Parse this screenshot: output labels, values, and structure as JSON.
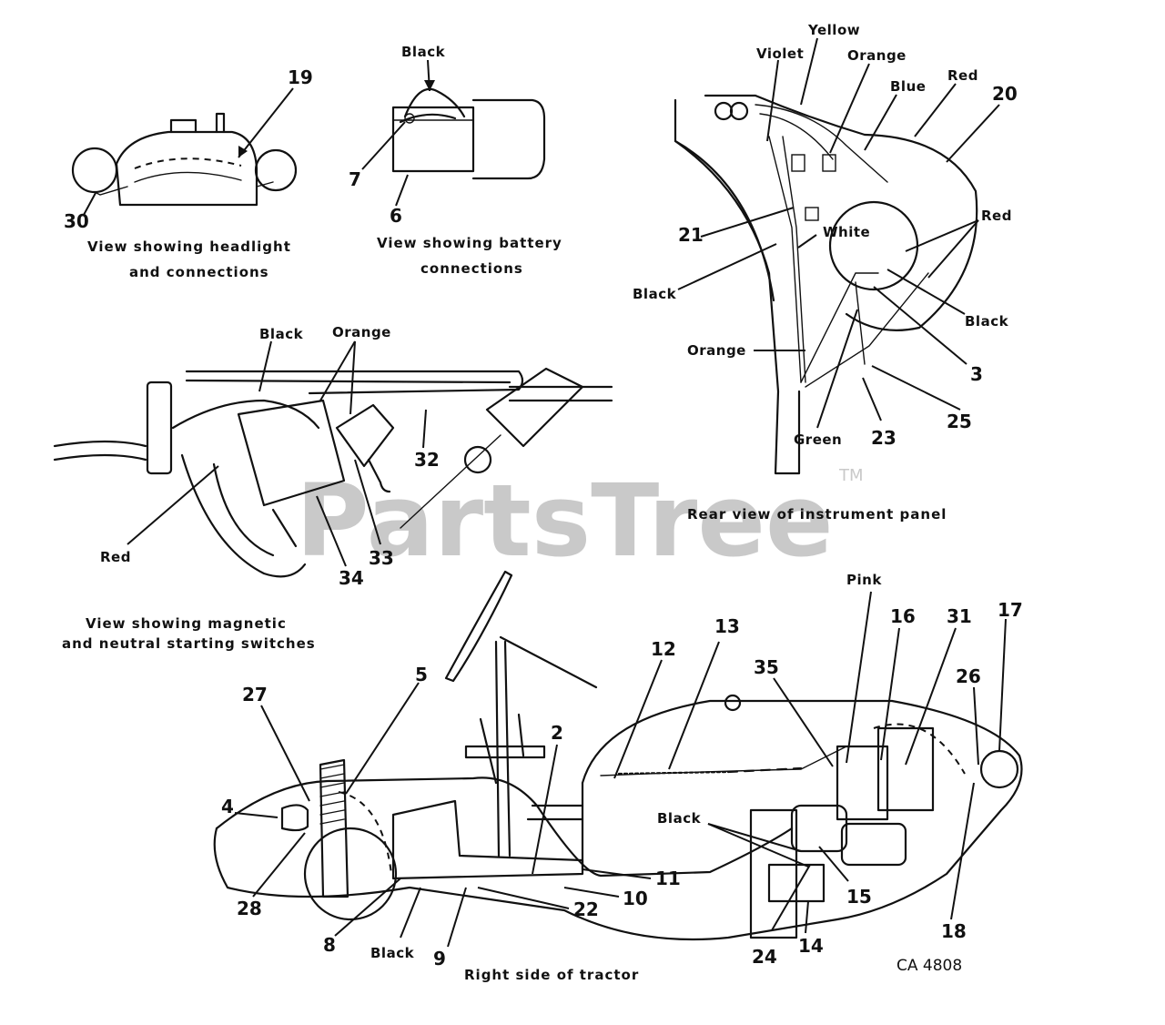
{
  "watermark": {
    "brand": "PartsTree",
    "tm": "TM"
  },
  "drawing_code": "CA 4808",
  "views": {
    "headlight": {
      "caption_line1": "View showing headlight",
      "caption_line2": "and connections",
      "callouts": [
        "19",
        "30"
      ]
    },
    "battery": {
      "caption_line1": "View showing battery",
      "caption_line2": "connections",
      "wire_labels": [
        "Black"
      ],
      "callouts": [
        "7",
        "6"
      ]
    },
    "instrument_panel": {
      "caption": "Rear view of instrument panel",
      "wire_labels": [
        "Violet",
        "Yellow",
        "Orange",
        "Blue",
        "Red",
        "White",
        "Red",
        "Black",
        "Black",
        "Orange",
        "Green"
      ],
      "callouts": [
        "20",
        "21",
        "3",
        "25",
        "23"
      ]
    },
    "switches": {
      "caption_line1": "View showing magnetic",
      "caption_line2": "and neutral starting switches",
      "wire_labels": [
        "Black",
        "Orange",
        "Red"
      ],
      "callouts": [
        "32",
        "33",
        "34"
      ]
    },
    "tractor": {
      "caption": "Right side of tractor",
      "wire_labels": [
        "Pink",
        "Black",
        "Black"
      ],
      "callouts": [
        "27",
        "5",
        "2",
        "12",
        "13",
        "35",
        "16",
        "31",
        "17",
        "26",
        "4",
        "28",
        "8",
        "9",
        "22",
        "10",
        "11",
        "15",
        "14",
        "24",
        "18"
      ]
    }
  }
}
